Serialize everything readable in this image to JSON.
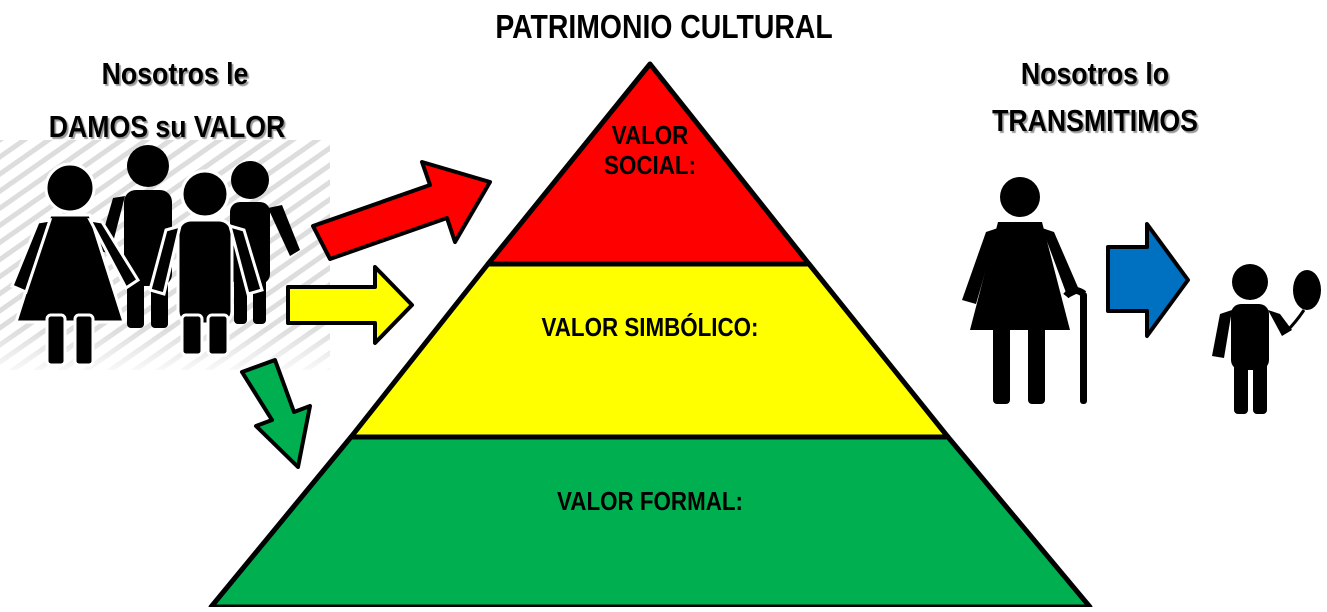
{
  "title": "PATRIMONIO CULTURAL",
  "left_caption": {
    "line1": "Nosotros le",
    "line2": "DAMOS su VALOR"
  },
  "right_caption": {
    "line1": "Nosotros lo",
    "line2": "TRANSMITIMOS"
  },
  "pyramid": {
    "tiers": [
      {
        "label": "VALOR SOCIAL:",
        "line1": "VALOR",
        "line2": "SOCIAL:",
        "color": "#ff0000"
      },
      {
        "label": "VALOR SIMBÓLICO:",
        "color": "#ffff00"
      },
      {
        "label": "VALOR FORMAL:",
        "color": "#00b050"
      }
    ]
  },
  "arrows": {
    "red": "#ff0000",
    "yellow": "#ffff00",
    "green": "#00b050",
    "blue": "#0070c0"
  },
  "icons": [
    "group-of-people-icon",
    "elder-with-cane-icon",
    "child-with-balloon-icon"
  ]
}
